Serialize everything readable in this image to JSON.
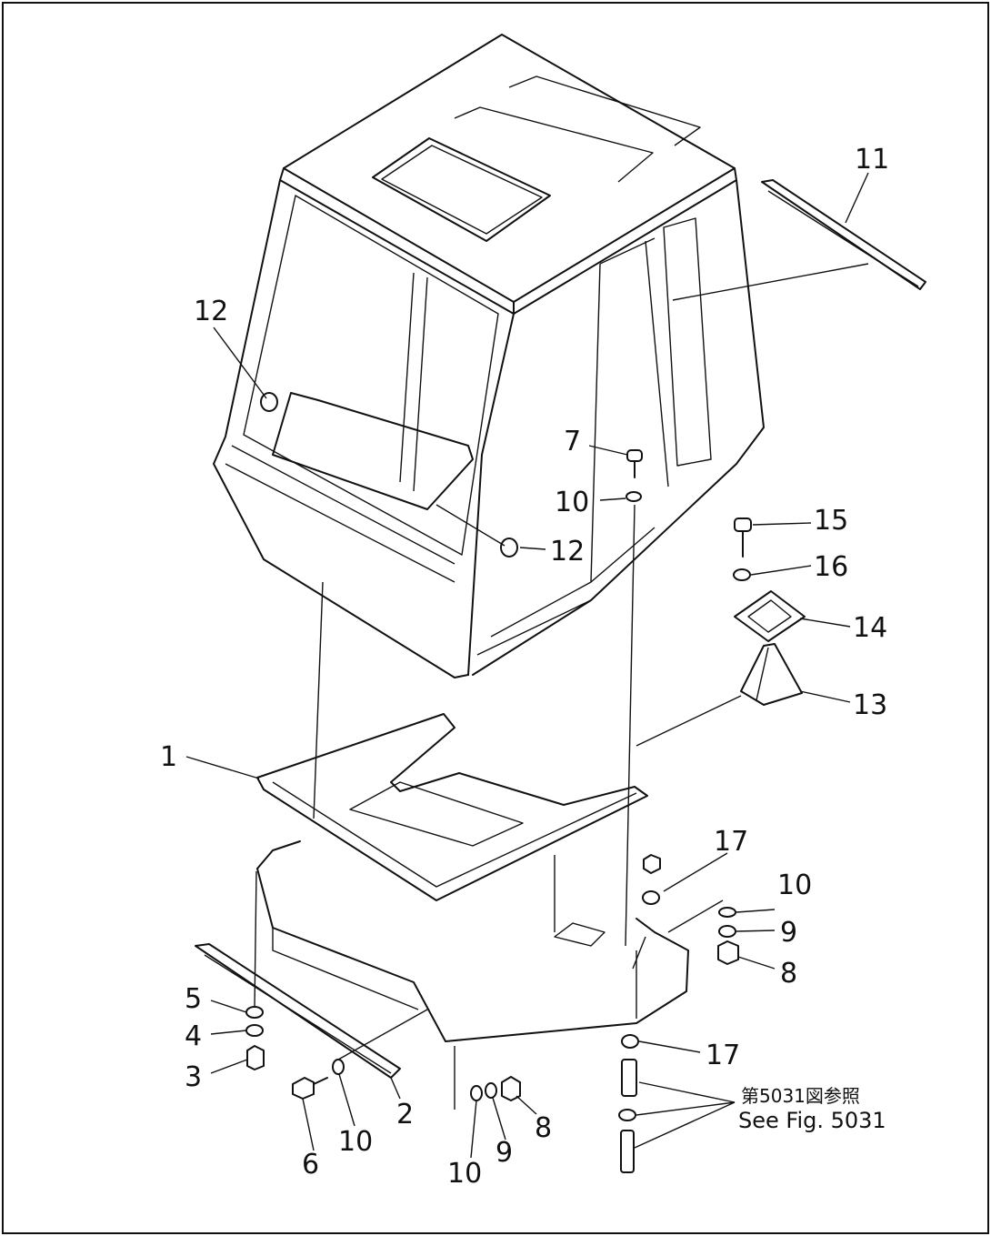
{
  "diagram": {
    "callouts": {
      "c1": "1",
      "c2": "2",
      "c3": "3",
      "c4": "4",
      "c5": "5",
      "c6": "6",
      "c7": "7",
      "c8a": "8",
      "c8b": "8",
      "c9a": "9",
      "c9b": "9",
      "c10a": "10",
      "c10b": "10",
      "c10c": "10",
      "c10d": "10",
      "c11": "11",
      "c12a": "12",
      "c12b": "12",
      "c13": "13",
      "c14": "14",
      "c15": "15",
      "c16": "16",
      "c17a": "17",
      "c17b": "17"
    },
    "reference": {
      "japanese": "第5031図参照",
      "english": "See Fig. 5031"
    }
  }
}
